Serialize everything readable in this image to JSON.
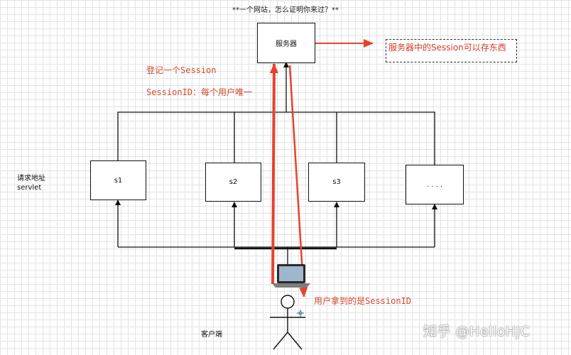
{
  "title": "**一个网站，怎么证明你来过？**",
  "server_label": "服务器",
  "note_text": "服务器中的Session可以存东西",
  "annotation_register": "登记一个Session",
  "annotation_sessionid": "SessionID：每个用户唯一",
  "annotation_user_gets": "用户拿到的是SessionID",
  "servlets": [
    "s1",
    "s2",
    "s3",
    ". . . ."
  ],
  "side_label": {
    "line1": "请求地址",
    "line2": "servlet"
  },
  "client_label": "客户端",
  "watermark": "知乎 @HelloHJC",
  "colors": {
    "red_arrow": "#e8412f",
    "annotation_text": "#d24a2e",
    "line": "#111111"
  }
}
